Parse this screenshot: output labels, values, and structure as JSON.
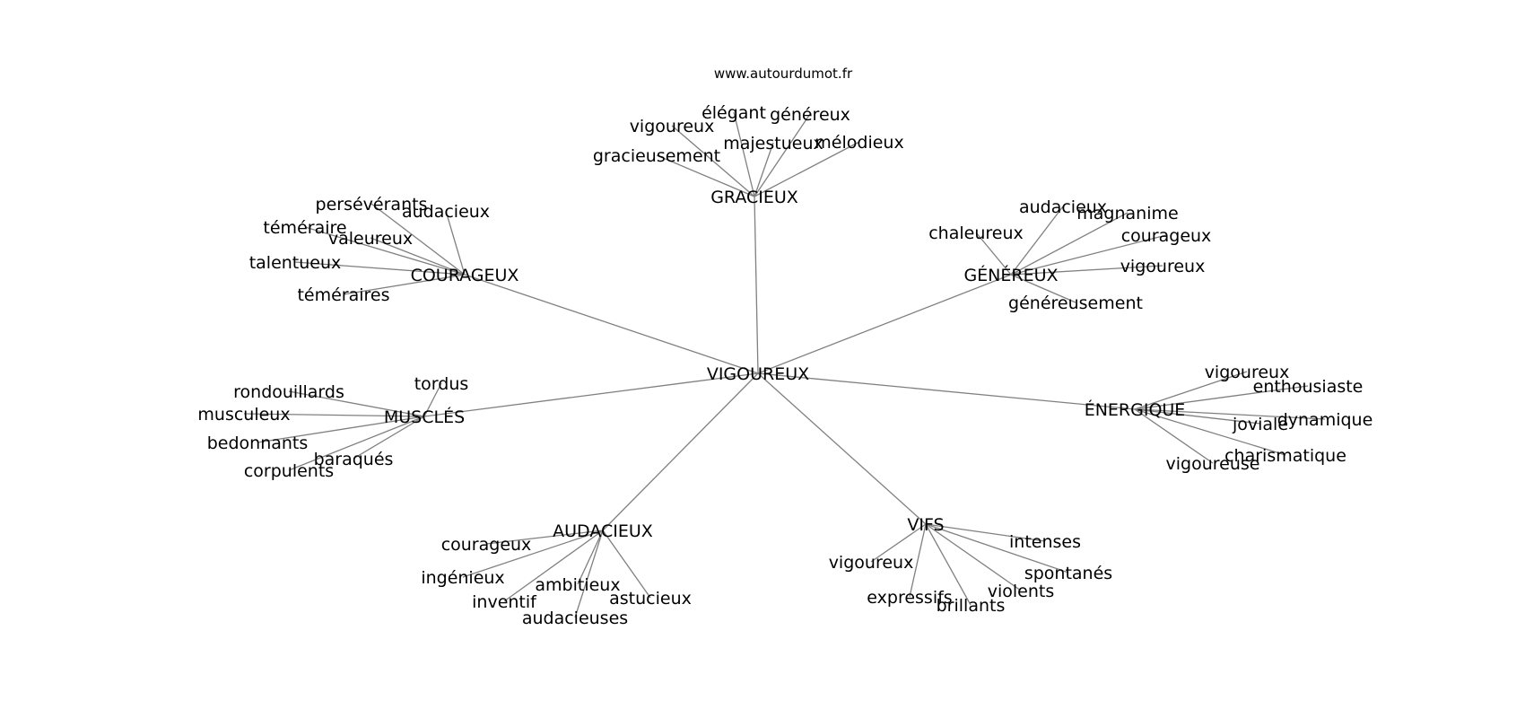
{
  "site": "www.autourdumot.fr",
  "center": "VIGOUREUX",
  "clusters": [
    {
      "hub": "GRACIEUX",
      "words": [
        "élégant",
        "généreux",
        "vigoureux",
        "majestueux",
        "mélodieux",
        "gracieusement"
      ]
    },
    {
      "hub": "COURAGEUX",
      "words": [
        "persévérants",
        "audacieux",
        "téméraire",
        "valeureux",
        "talentueux",
        "téméraires"
      ]
    },
    {
      "hub": "GÉNÉREUX",
      "words": [
        "audacieux",
        "magnanime",
        "chaleureux",
        "courageux",
        "vigoureux",
        "généreusement"
      ]
    },
    {
      "hub": "MUSCLÉS",
      "words": [
        "tordus",
        "rondouillards",
        "musculeux",
        "bedonnants",
        "baraqués",
        "corpulents"
      ]
    },
    {
      "hub": "ÉNERGIQUE",
      "words": [
        "vigoureux",
        "enthousiaste",
        "joviale",
        "dynamique",
        "charismatique",
        "vigoureuse"
      ]
    },
    {
      "hub": "AUDACIEUX",
      "words": [
        "courageux",
        "ingénieux",
        "ambitieux",
        "astucieux",
        "inventif",
        "audacieuses"
      ]
    },
    {
      "hub": "VIFS",
      "words": [
        "intenses",
        "vigoureux",
        "spontanés",
        "expressifs",
        "violents",
        "brillants"
      ]
    }
  ]
}
